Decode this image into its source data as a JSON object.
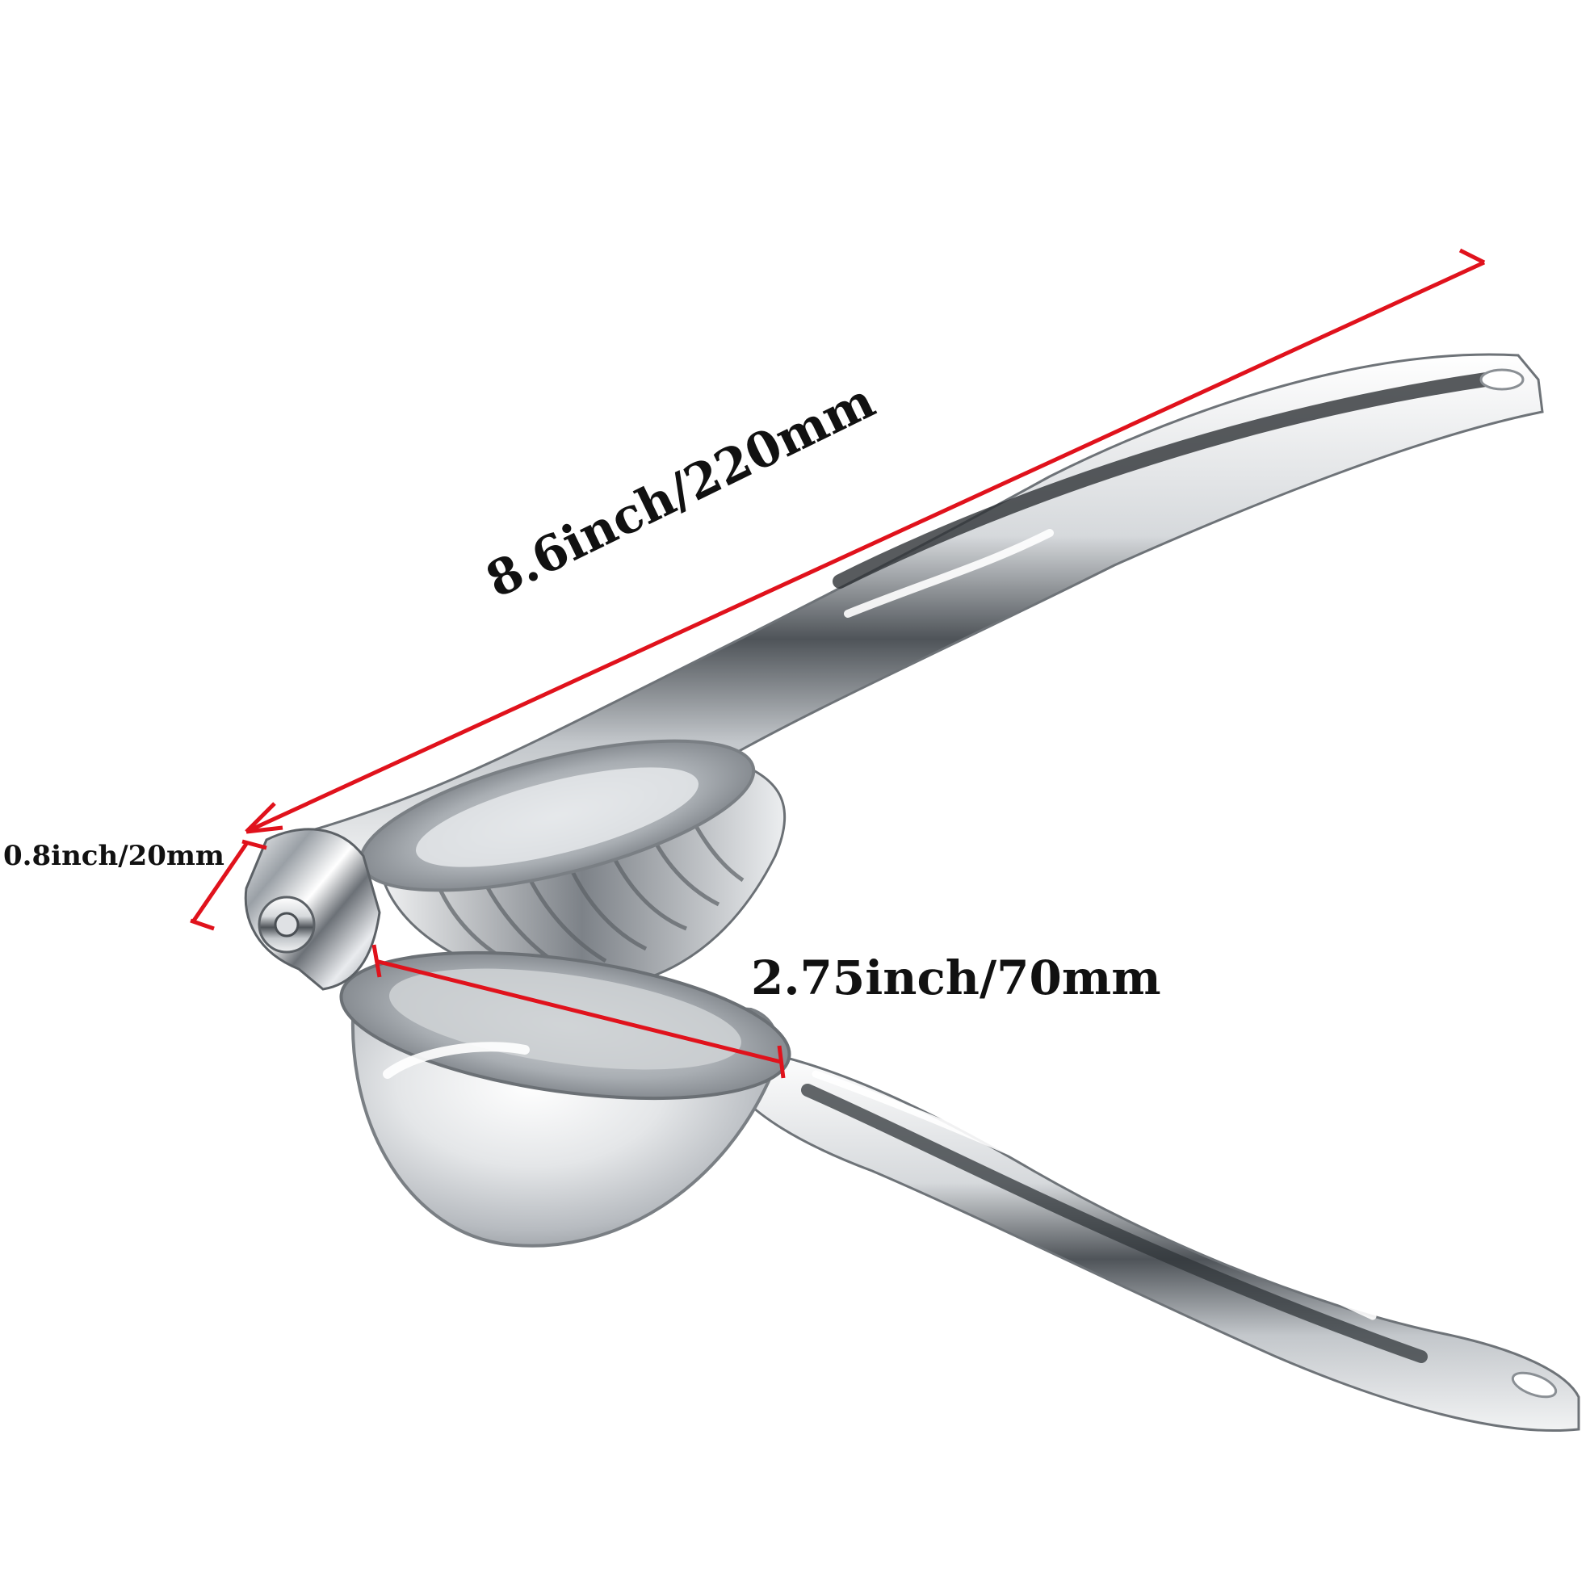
{
  "product": {
    "name": "lemon-squeezer",
    "material_color": "#c9cdd2"
  },
  "dimensions": {
    "length": "8.6inch/220mm",
    "bowl_diameter": "2.75inch/70mm",
    "hinge_width": "0.8inch/20mm"
  },
  "colors": {
    "background": "#ffffff",
    "dimension_line": "#e0121c",
    "label_text": "#111111"
  }
}
